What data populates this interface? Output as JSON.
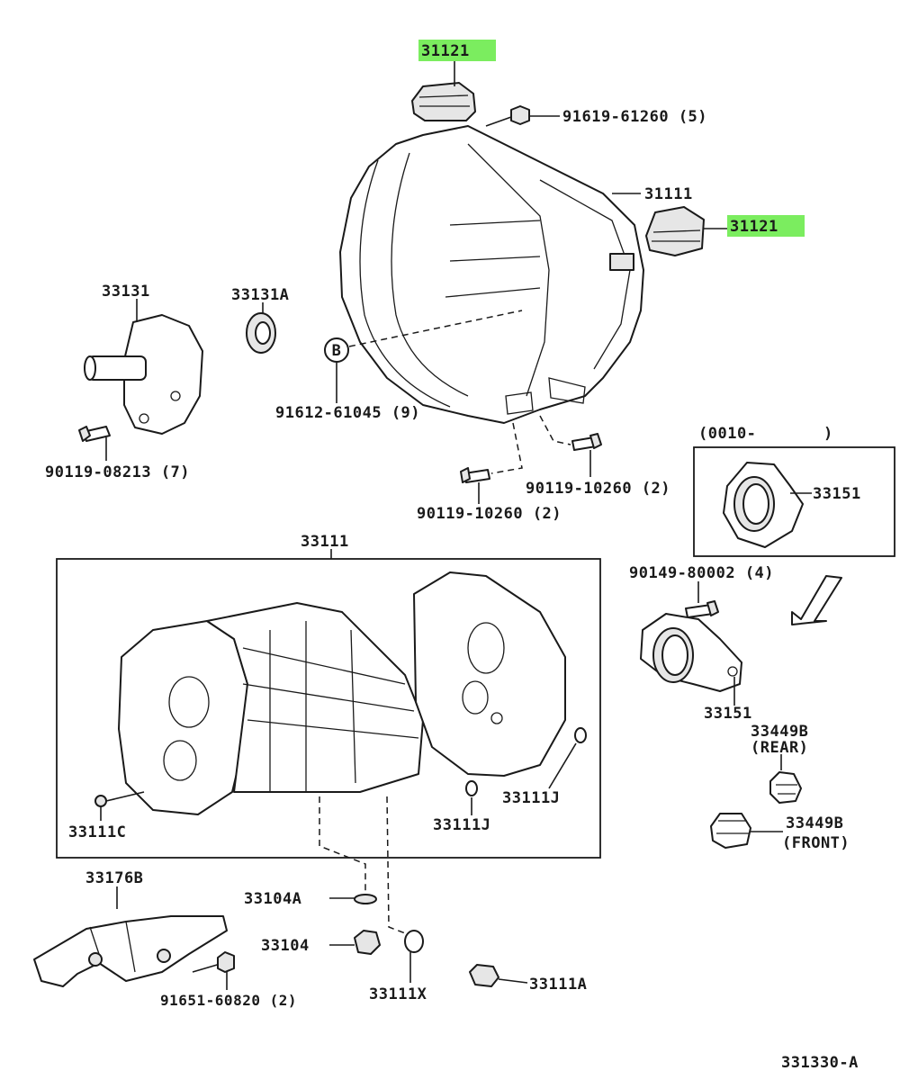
{
  "diagram": {
    "highlight_color": "#7bed5f",
    "ink_color": "#1a1a1a",
    "background": "#ffffff",
    "labels": {
      "p31121_top": "31121",
      "p91619": "91619-61260 (5)",
      "p31111": "31111",
      "p31121_right": "31121",
      "p33131": "33131",
      "p33131A": "33131A",
      "callout_B": "B",
      "p91612": "91612-61045 (9)",
      "p90119_08213": "90119-08213 (7)",
      "p90119_10260_a": "90119-10260 (2)",
      "p90119_10260_b": "90119-10260 (2)",
      "range_0010": "(0010-",
      "range_close": ")",
      "p33151_box": "33151",
      "p33111_box": "33111",
      "p90149": "90149-80002 (4)",
      "p33151": "33151",
      "p33449B_rear": "33449B",
      "rear": "(REAR)",
      "p33111J_right": "33111J",
      "p33111J_left": "33111J",
      "p33111C": "33111C",
      "p33449B_front": "33449B",
      "front": "(FRONT)",
      "p33176B": "33176B",
      "p33104A": "33104A",
      "p33104": "33104",
      "p91651": "91651-60820 (2)",
      "p33111X": "33111X",
      "p33111A": "33111A",
      "figure_id": "331330-A"
    }
  }
}
